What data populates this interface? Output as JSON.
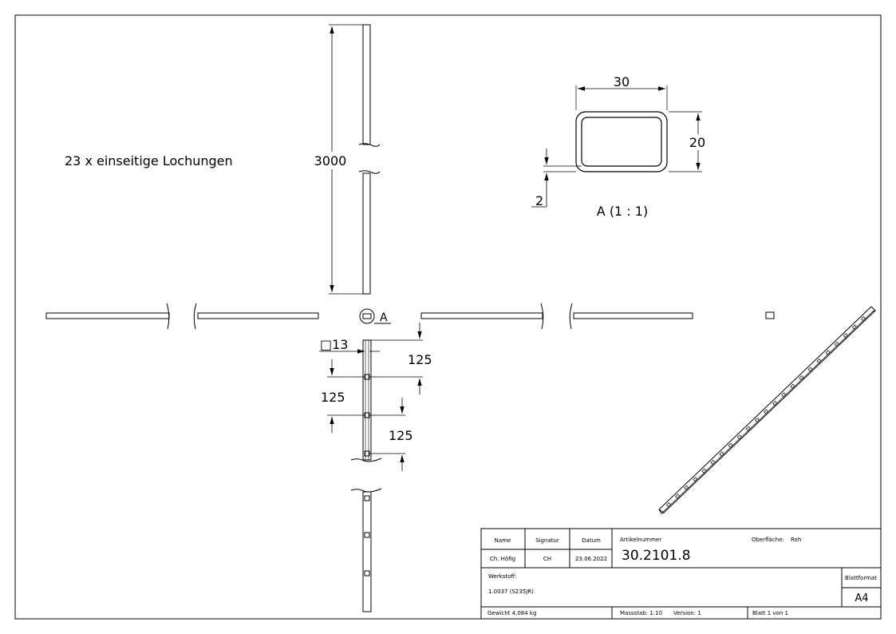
{
  "notes": {
    "hole_note": "23 x einseitige Lochungen"
  },
  "dimensions": {
    "length": "3000",
    "width": "30",
    "height": "20",
    "wall": "2",
    "hole_size": "□13",
    "pitch_1": "125",
    "pitch_2": "125",
    "pitch_3": "125"
  },
  "detail": {
    "callout": "A",
    "view_label": "A (1 : 1)"
  },
  "title_block": {
    "name_header": "Name",
    "signatur_header": "Signatur",
    "datum_header": "Datum",
    "name": "Ch. Höfig",
    "signatur": "CH",
    "datum": "23.06.2022",
    "artikelnummer_label": "Artikelnummer",
    "artikelnummer": "30.2101.8",
    "oberflaeche_label": "Oberfläche:",
    "oberflaeche": "Roh",
    "werkstoff_label": "Werkstoff:",
    "werkstoff": "1.0037 (S235JR)",
    "blattformat_label": "Blattformat",
    "blattformat": "A4",
    "gewicht": "Gewicht 4,084 kg",
    "massstab": "Massstab: 1:10",
    "version": "Version: 1",
    "blatt": "Blatt 1 von 1"
  }
}
